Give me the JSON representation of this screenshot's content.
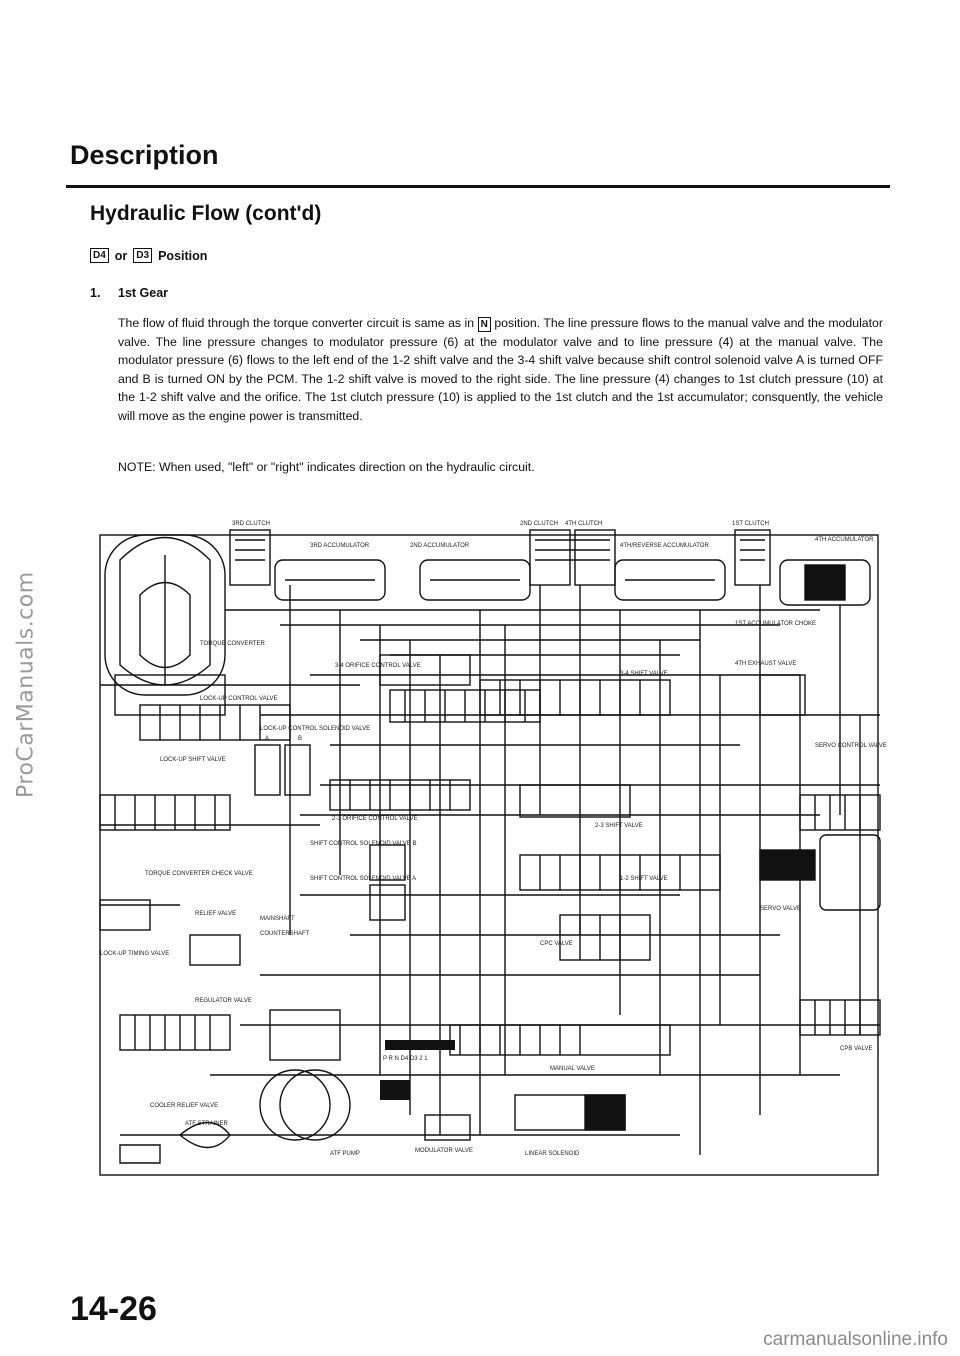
{
  "watermark": "ProCarManuals.com",
  "section_title": "Description",
  "subtitle": "Hydraulic Flow (cont'd)",
  "position": {
    "key1": "D4",
    "connector": "or",
    "key2": "D3",
    "label": "Position"
  },
  "gear": {
    "number": "1.",
    "title": "1st Gear"
  },
  "body_parts": [
    "The flow of fluid through the torque converter circuit is same as in ",
    "N",
    " position. The line pressure flows to the manual valve and the modulator valve. The line pressure changes to modulator pressure (6) at the modulator valve and to line pressure (4) at the manual valve. The modulator pressure (6) flows to the left end of the 1-2 shift valve and the 3-4 shift valve because shift control solenoid valve A is turned OFF and B is turned ON by the PCM. The 1-2 shift valve is moved to the right side. The line pressure (4) changes to 1st clutch pressure (10) at the 1-2 shift valve and the orifice. The 1st clutch pressure (10) is applied to the 1st clutch and the 1st accumulator; consquently, the vehicle will move as the engine power is transmitted."
  ],
  "note": "NOTE: When used, \"left\" or \"right\" indicates direction on the hydraulic circuit.",
  "diagram_labels": {
    "third_clutch": "3RD CLUTCH",
    "third_accumulator": "3RD ACCUMULATOR",
    "second_clutch": "2ND CLUTCH",
    "fourth_clutch": "4TH CLUTCH",
    "second_accumulator": "2ND ACCUMULATOR",
    "fourth_reverse_accumulator": "4TH/REVERSE ACCUMULATOR",
    "first_clutch": "1ST CLUTCH",
    "fourth_accumulator": "4TH ACCUMULATOR",
    "torque_converter": "TORQUE CONVERTER",
    "three_four_orifice_control_valve": "3-4 ORIFICE CONTROL VALVE",
    "three_four_shift_valve": "3-4 SHIFT VALVE",
    "first_accumulator_choke": "1ST ACCUMULATOR CHOKE",
    "fourth_exhaust_valve": "4TH EXHAUST VALVE",
    "lock_up_control_valve": "LOCK-UP CONTROL VALVE",
    "lock_up_control_solenoid_valve": "LOCK-UP CONTROL SOLENOID VALVE",
    "servo_control_valve": "SERVO CONTROL VALVE",
    "lock_up_shift_valve": "LOCK-UP SHIFT VALVE",
    "a": "A",
    "b": "B",
    "two_three_orifice_control_valve": "2-3 ORIFICE CONTROL VALVE",
    "two_three_shift_valve": "2-3 SHIFT VALVE",
    "shift_control_solenoid_valve_b": "SHIFT CONTROL SOLENOID VALVE B",
    "shift_control_solenoid_valve_a": "SHIFT CONTROL SOLENOID VALVE A",
    "one_two_shift_valve": "1-2 SHIFT VALVE",
    "servo_valve": "SERVO VALVE",
    "torque_converter_check_valve": "TORQUE CONVERTER CHECK VALVE",
    "relief_valve": "RELIEF VALVE",
    "mainshaft": "MAINSHAFT",
    "countershaft": "COUNTERSHAFT",
    "cpc_valve": "CPC VALVE",
    "lock_up_timing_valve": "LOCK-UP TIMING VALVE",
    "regulator_valve": "REGULATOR VALVE",
    "manual_valve": "MANUAL VALVE",
    "reverse_valve": "CPB VALVE",
    "cooler_relief_valve": "COOLER RELIEF VALVE",
    "atf_strainer": "ATF STRAINER",
    "atf_pump": "ATF PUMP",
    "modulator_valve": "MODULATOR VALVE",
    "linear_solenoid": "LINEAR SOLENOID",
    "manual_positions": "P R N D4 D3 2 1"
  },
  "page_number": "14-26",
  "footer_site": "carmanualsonline.info"
}
